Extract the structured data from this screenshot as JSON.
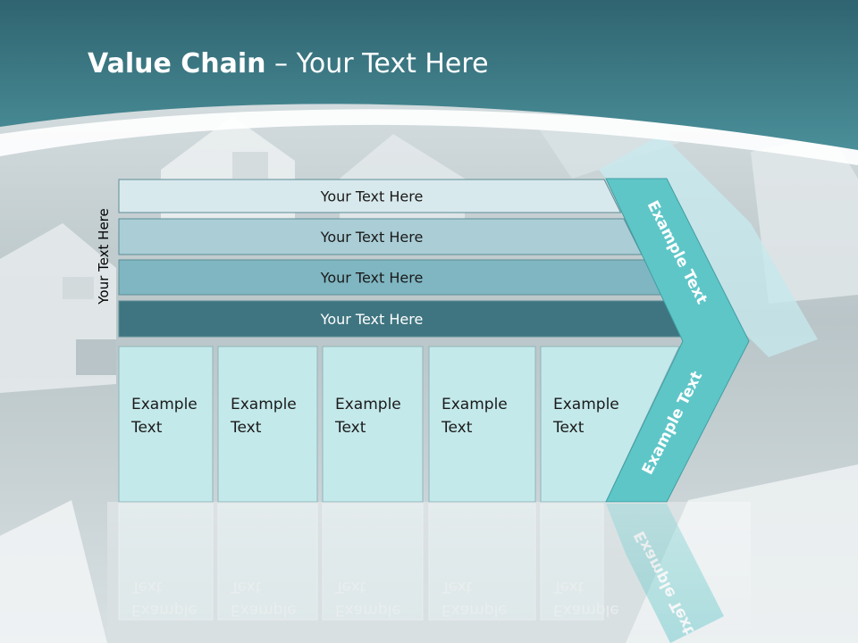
{
  "slide": {
    "title_bold": "Value Chain",
    "title_rest": " – Your Text Here",
    "side_label": "Your Text Here"
  },
  "bands": [
    {
      "label": "Your Text Here",
      "color": "#d8e9ed"
    },
    {
      "label": "Your Text Here",
      "color": "#aacdd6"
    },
    {
      "label": "Your Text Here",
      "color": "#7fb6c2"
    },
    {
      "label": "Your Text Here",
      "color": "#3f7580"
    }
  ],
  "columns": [
    {
      "line1": "Example",
      "line2": "Text"
    },
    {
      "line1": "Example",
      "line2": "Text"
    },
    {
      "line1": "Example",
      "line2": "Text"
    },
    {
      "line1": "Example",
      "line2": "Text"
    },
    {
      "line1": "Example",
      "line2": "Text"
    }
  ],
  "chevron": {
    "upper_label": "Example Text",
    "lower_label": "Example Text",
    "color": "#5fc6c8"
  },
  "colors": {
    "header": "#3a7480",
    "column_fill": "#c4e9ea",
    "column_stroke": "#8fb5bb"
  }
}
